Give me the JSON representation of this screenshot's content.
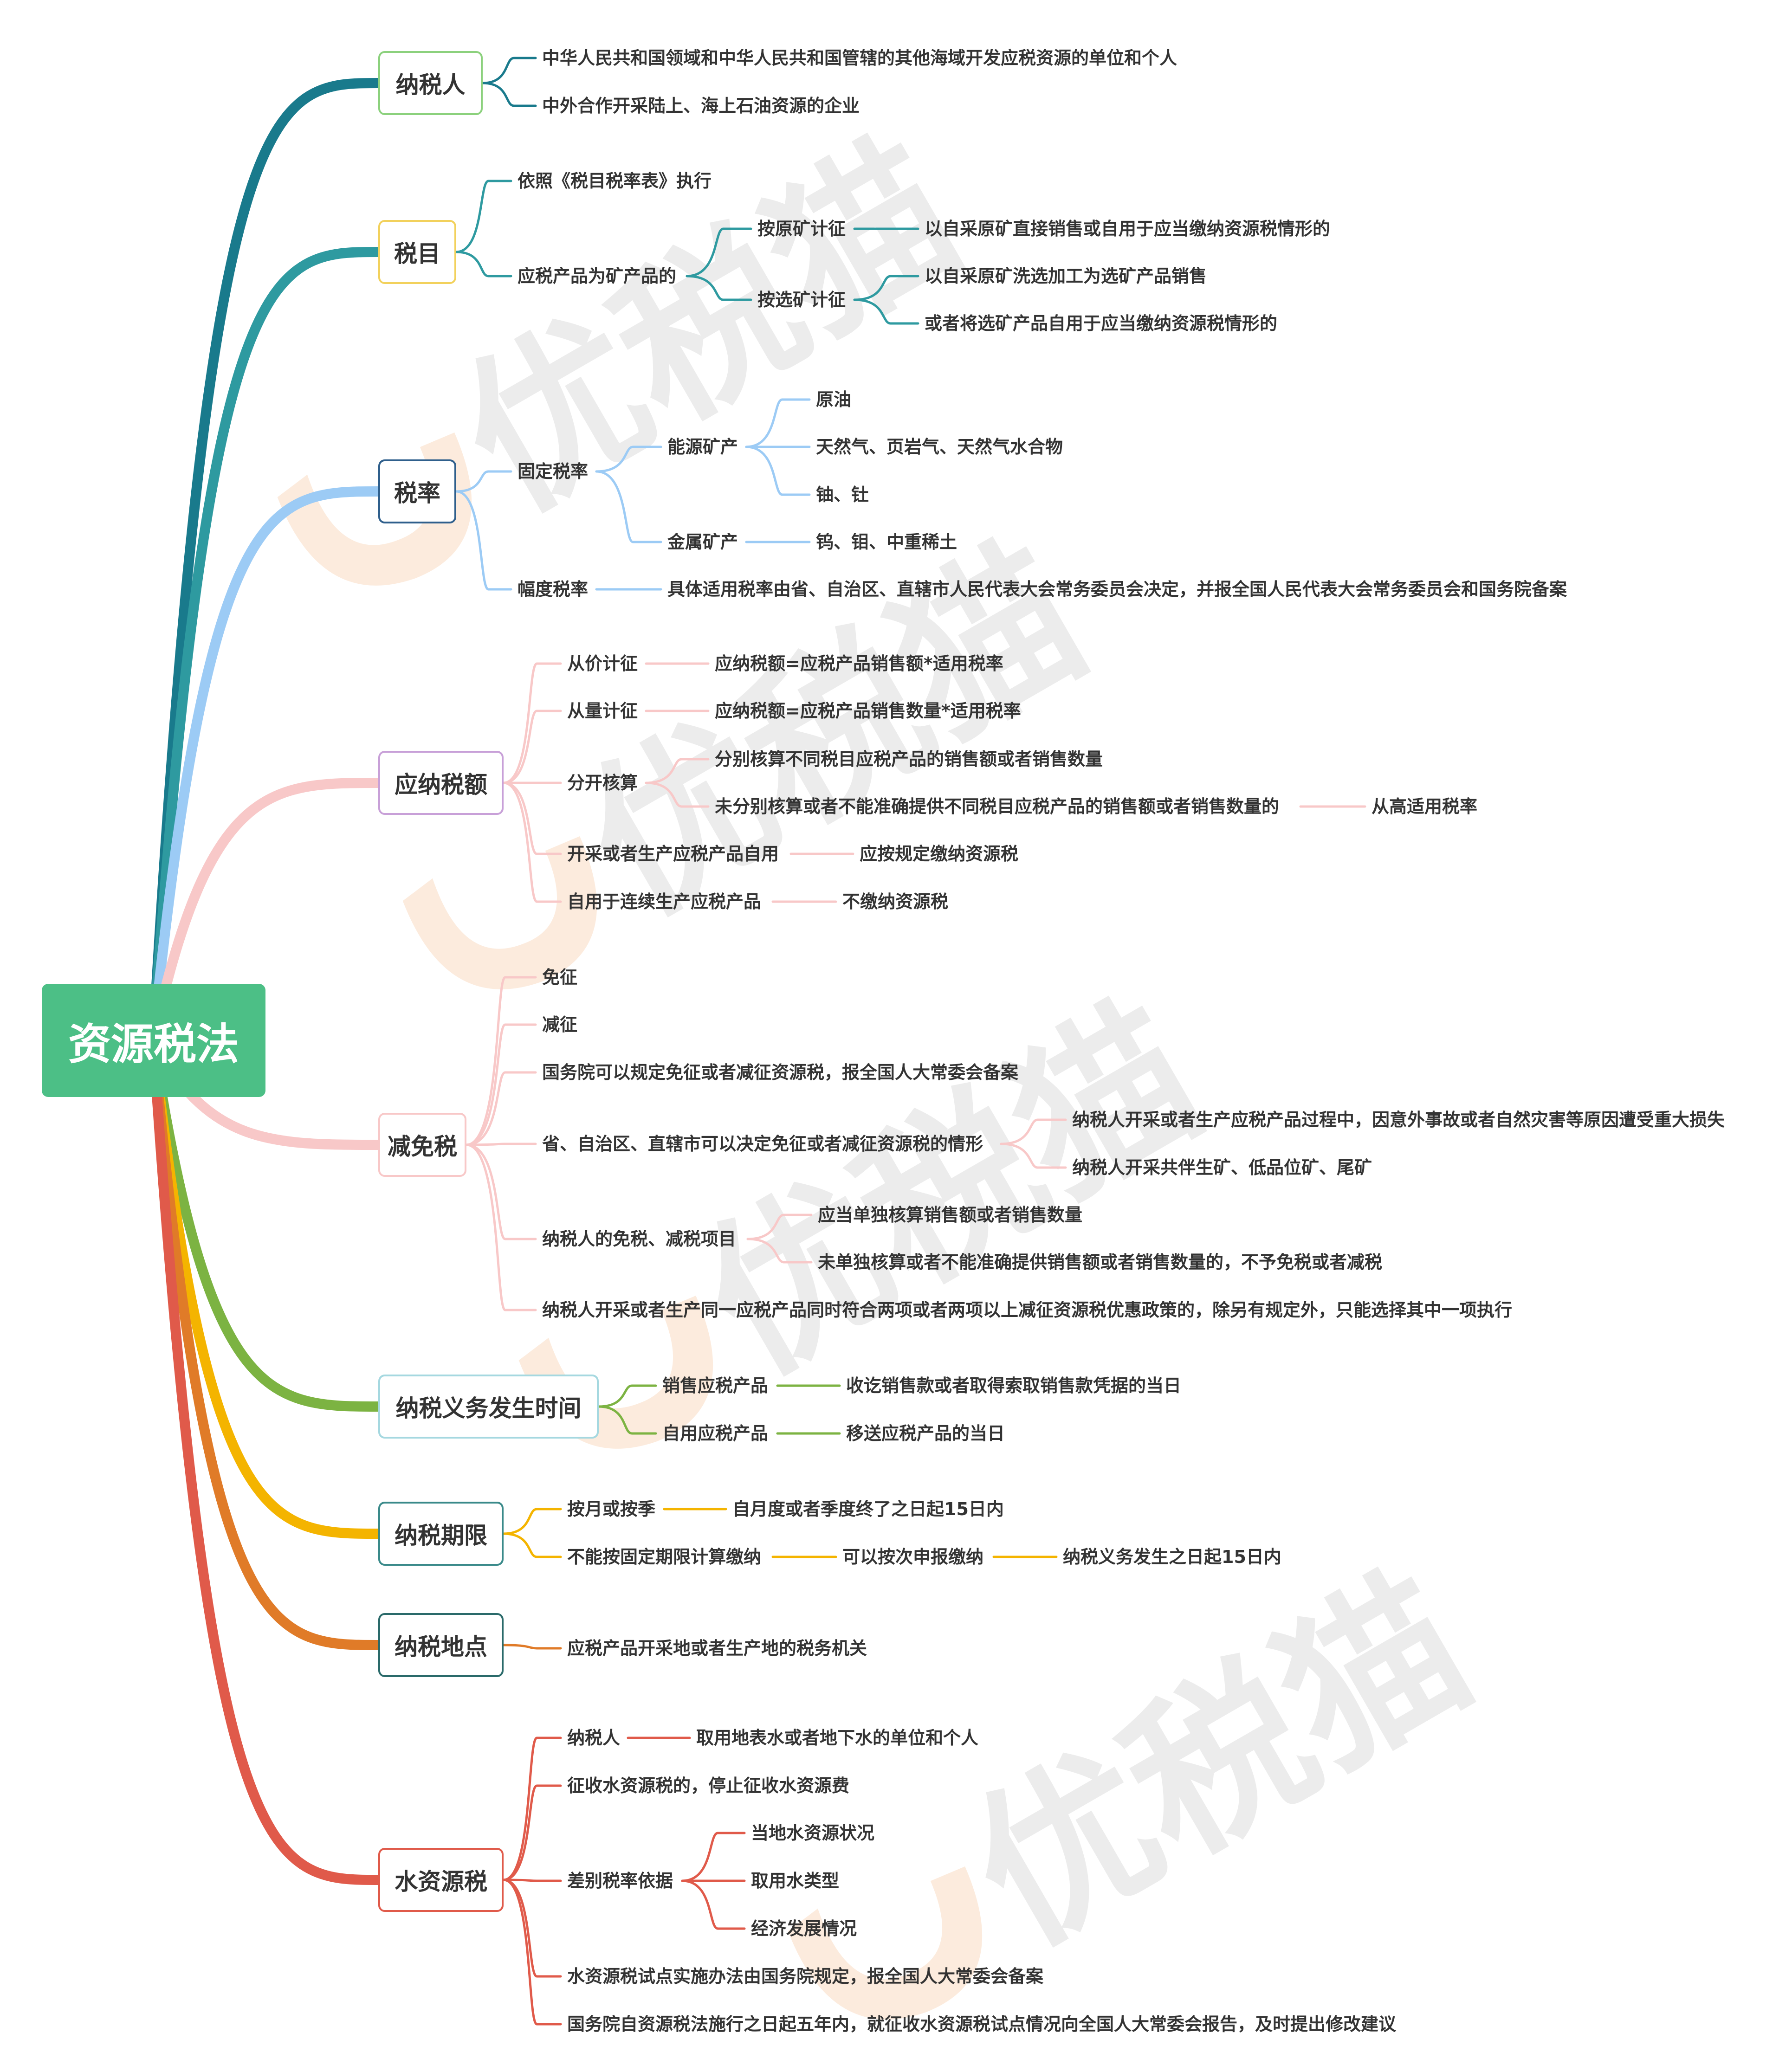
{
  "root": {
    "title": "资源税法"
  },
  "watermark": {
    "text": "优税猫"
  },
  "branches": [
    {
      "label": "纳税人",
      "color": "#197a8c",
      "border": "#8cd17d",
      "children": [
        {
          "label": "中华人民共和国领域和中华人民共和国管辖的其他海域开发应税资源的单位和个人"
        },
        {
          "label": "中外合作开采陆上、海上石油资源的企业"
        }
      ]
    },
    {
      "label": "税目",
      "color": "#2e9aa0",
      "border": "#f2d15c",
      "children": [
        {
          "label": "依照《税目税率表》执行"
        },
        {
          "label": "应税产品为矿产品的",
          "children": [
            {
              "label": "按原矿计征",
              "children": [
                {
                  "label": "以自采原矿直接销售或自用于应当缴纳资源税情形的"
                }
              ]
            },
            {
              "label": "按选矿计征",
              "children": [
                {
                  "label": "以自采原矿洗选加工为选矿产品销售"
                },
                {
                  "label": "或者将选矿产品自用于应当缴纳资源税情形的"
                }
              ]
            }
          ]
        }
      ]
    },
    {
      "label": "税率",
      "color": "#9ccbf5",
      "border": "#2f5f8c",
      "children": [
        {
          "label": "固定税率",
          "children": [
            {
              "label": "能源矿产",
              "children": [
                {
                  "label": "原油"
                },
                {
                  "label": "天然气、页岩气、天然气水合物"
                },
                {
                  "label": "铀、钍"
                }
              ]
            },
            {
              "label": "金属矿产",
              "children": [
                {
                  "label": "钨、钼、中重稀土"
                }
              ]
            }
          ]
        },
        {
          "label": "幅度税率",
          "children": [
            {
              "label": "具体适用税率由省、自治区、直辖市人民代表大会常务委员会决定，并报全国人民代表大会常务委员会和国务院备案"
            }
          ]
        }
      ]
    },
    {
      "label": "应纳税额",
      "color": "#f8c8c8",
      "border": "#c8a0d8",
      "children": [
        {
          "label": "从价计征",
          "children": [
            {
              "label": "应纳税额=应税产品销售额*适用税率"
            }
          ]
        },
        {
          "label": "从量计征",
          "children": [
            {
              "label": "应纳税额=应税产品销售数量*适用税率"
            }
          ]
        },
        {
          "label": "分开核算",
          "children": [
            {
              "label": "分别核算不同税目应税产品的销售额或者销售数量"
            },
            {
              "label": "未分别核算或者不能准确提供不同税目应税产品的销售额或者销售数量的",
              "children": [
                {
                  "label": "从高适用税率"
                }
              ]
            }
          ]
        },
        {
          "label": "开采或者生产应税产品自用",
          "children": [
            {
              "label": "应按规定缴纳资源税"
            }
          ]
        },
        {
          "label": "自用于连续生产应税产品",
          "children": [
            {
              "label": "不缴纳资源税"
            }
          ]
        }
      ]
    },
    {
      "label": "减免税",
      "color": "#f8c8c8",
      "border": "#f8c8c8",
      "children": [
        {
          "label": "免征"
        },
        {
          "label": "减征"
        },
        {
          "label": "国务院可以规定免征或者减征资源税，报全国人大常委会备案"
        },
        {
          "label": "省、自治区、直辖市可以决定免征或者减征资源税的情形",
          "children": [
            {
              "label": "纳税人开采或者生产应税产品过程中，因意外事故或者自然灾害等原因遭受重大损失"
            },
            {
              "label": "纳税人开采共伴生矿、低品位矿、尾矿"
            }
          ]
        },
        {
          "label": "纳税人的免税、减税项目",
          "children": [
            {
              "label": "应当单独核算销售额或者销售数量"
            },
            {
              "label": "未单独核算或者不能准确提供销售额或者销售数量的，不予免税或者减税"
            }
          ]
        },
        {
          "label": "纳税人开采或者生产同一应税产品同时符合两项或者两项以上减征资源税优惠政策的，除另有规定外，只能选择其中一项执行"
        }
      ]
    },
    {
      "label": "纳税义务发生时间",
      "color": "#7cb342",
      "border": "#a5d8e0",
      "children": [
        {
          "label": "销售应税产品",
          "children": [
            {
              "label": "收讫销售款或者取得索取销售款凭据的当日"
            }
          ]
        },
        {
          "label": "自用应税产品",
          "children": [
            {
              "label": "移送应税产品的当日"
            }
          ]
        }
      ]
    },
    {
      "label": "纳税期限",
      "color": "#f4b400",
      "border": "#3a8a8a",
      "children": [
        {
          "label": "按月或按季",
          "children": [
            {
              "label": "自月度或者季度终了之日起15日内"
            }
          ]
        },
        {
          "label": "不能按固定期限计算缴纳",
          "children": [
            {
              "label": "可以按次申报缴纳",
              "children": [
                {
                  "label": "纳税义务发生之日起15日内"
                }
              ]
            }
          ]
        }
      ]
    },
    {
      "label": "纳税地点",
      "color": "#e07b28",
      "border": "#2a6a6a",
      "children": [
        {
          "label": "应税产品开采地或者生产地的税务机关"
        }
      ]
    },
    {
      "label": "水资源税",
      "color": "#e05a4a",
      "border": "#e05a4a",
      "children": [
        {
          "label": "纳税人",
          "children": [
            {
              "label": "取用地表水或者地下水的单位和个人"
            }
          ]
        },
        {
          "label": "征收水资源税的，停止征收水资源费"
        },
        {
          "label": "差别税率依据",
          "children": [
            {
              "label": "当地水资源状况"
            },
            {
              "label": "取用水类型"
            },
            {
              "label": "经济发展情况"
            }
          ]
        },
        {
          "label": "水资源税试点实施办法由国务院规定，报全国人大常委会备案"
        },
        {
          "label": "国务院自资源税法施行之日起五年内，就征收水资源税试点情况向全国人大常委会报告，及时提出修改建议"
        }
      ]
    }
  ]
}
